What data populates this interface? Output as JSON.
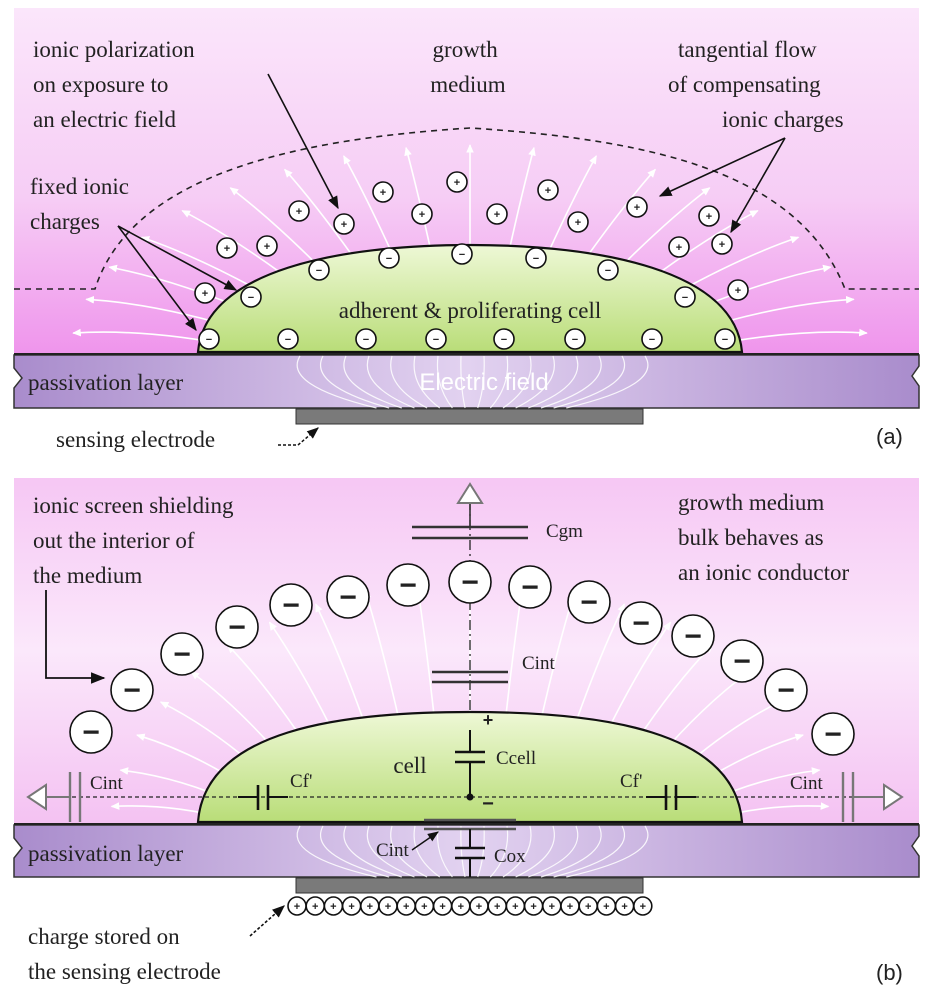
{
  "panel_a": {
    "tag": "(a)",
    "labels": {
      "ionic_polarization": [
        "ionic polarization",
        "on exposure to",
        "an electric field"
      ],
      "growth_medium": [
        "growth",
        "medium"
      ],
      "tangential_flow": [
        "tangential flow",
        "of  compensating",
        "ionic charges"
      ],
      "fixed_ionic_charges": [
        "fixed ionic",
        "charges"
      ],
      "cell": "adherent & proliferating cell",
      "passivation": "passivation layer",
      "electric_field": "Electric field",
      "sensing_electrode": "sensing electrode"
    },
    "plus_symbol": "+",
    "minus_symbol": "−"
  },
  "panel_b": {
    "tag": "(b)",
    "labels": {
      "ionic_screen": [
        "ionic screen shielding",
        "out the interior of",
        "the medium"
      ],
      "growth_medium_bulk": [
        "growth medium",
        "bulk behaves as",
        "an ionic conductor"
      ],
      "cell": "cell",
      "passivation": "passivation layer",
      "charge_stored": [
        "charge stored on",
        "the sensing electrode"
      ]
    },
    "capacitors": {
      "cgm": "Cgm",
      "cint_top": "Cint",
      "ccell": "Ccell",
      "cf_left": "Cf'",
      "cf_right": "Cf'",
      "cint_left": "Cint",
      "cint_right": "Cint",
      "cint_bottom": "Cint",
      "cox": "Cox"
    },
    "plus_symbol": "+",
    "minus_symbol": "−"
  },
  "colors": {
    "medium_pink": "#f7d4f4",
    "medium_deep": "#f1a8ee",
    "cell_green": "#c9e690",
    "passivation_purple": "#b89ad6",
    "electrode_gray": "#777777"
  }
}
